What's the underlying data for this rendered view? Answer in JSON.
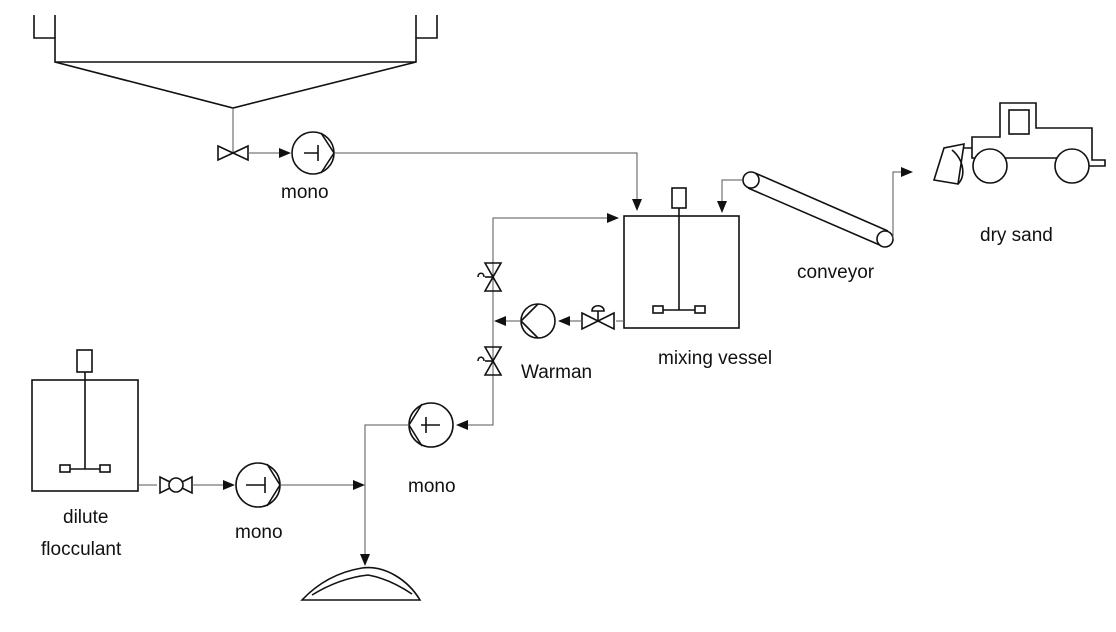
{
  "labels": {
    "mono_top": "mono",
    "mono_middle": "mono",
    "mono_bottom": "mono",
    "warman": "Warman",
    "mixing_vessel": "mixing vessel",
    "conveyor": "conveyor",
    "dry_sand": "dry sand",
    "dilute_1": "dilute",
    "dilute_2": "flocculant"
  }
}
